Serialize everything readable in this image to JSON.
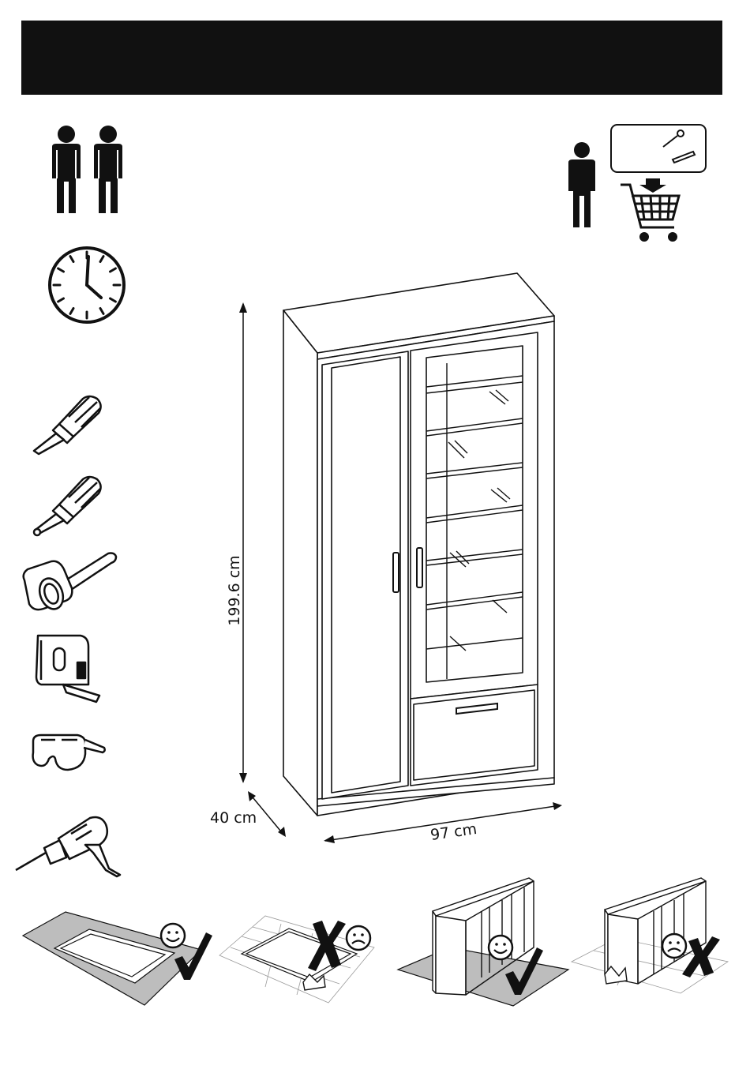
{
  "header": {
    "bar_color": "#111111"
  },
  "assembly_requirements": {
    "people_icon": "two-person-icon",
    "time_icon": "clock-icon",
    "wall_fixing_icon": "person-buy-wall-fixings-icon",
    "tools": [
      "phillips-screwdriver-icon",
      "torx-screwdriver-icon",
      "rubber-mallet-icon",
      "tape-measure-icon",
      "safety-glasses-icon",
      "power-drill-icon"
    ]
  },
  "dimensions": {
    "height": "199.6 cm",
    "depth": "40 cm",
    "width": "97 cm"
  },
  "assembly_surface_guidance": [
    {
      "icon": "rug-flat-panel-icon",
      "result": "correct"
    },
    {
      "icon": "hard-floor-panel-icon",
      "result": "incorrect"
    },
    {
      "icon": "rug-carcass-icon",
      "result": "correct"
    },
    {
      "icon": "hard-floor-carcass-icon",
      "result": "incorrect"
    }
  ]
}
